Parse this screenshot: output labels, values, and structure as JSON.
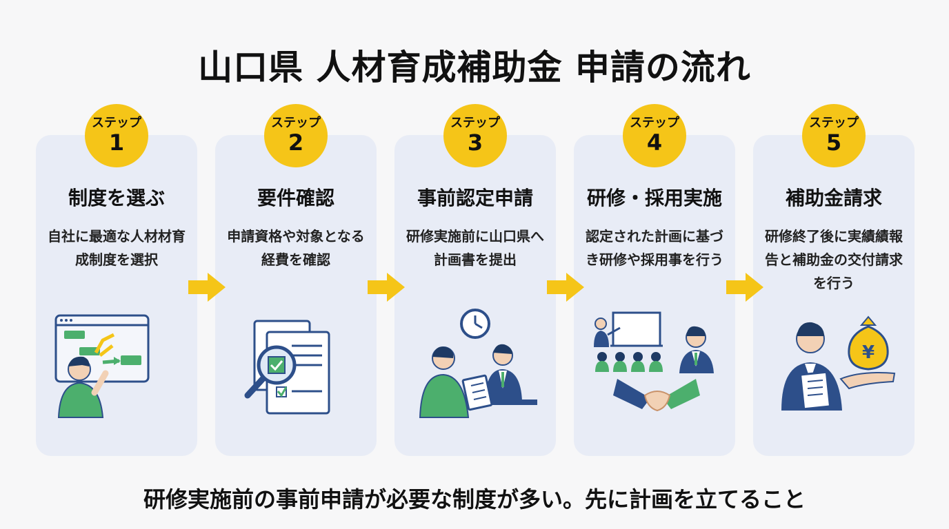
{
  "title": "山口県 人材育成補助金 申請の流れ",
  "steps": [
    {
      "badge_label": "ステップ",
      "number": "1",
      "title": "制度を選ぶ",
      "desc": "自社に最適な人材材育成制度を選択"
    },
    {
      "badge_label": "ステップ",
      "number": "2",
      "title": "要件確認",
      "desc": "申請資格や対象となる経費を確認"
    },
    {
      "badge_label": "ステップ",
      "number": "3",
      "title": "事前認定申請",
      "desc": "研修実施前に山口県へ計画書を提出"
    },
    {
      "badge_label": "ステップ",
      "number": "4",
      "title": "研修・採用実施",
      "desc": "認定された計画に基づき研修や採用事を行う"
    },
    {
      "badge_label": "ステップ",
      "number": "5",
      "title": "補助金請求",
      "desc": "研修終了後に実績績報告と補助金の交付請求を行う"
    }
  ],
  "step_icons": [
    "flowchart-selection-icon",
    "document-magnifier-icon",
    "consultation-submission-icon",
    "training-handshake-icon",
    "yen-money-bag-icon"
  ],
  "yen_symbol": "¥",
  "footer": "研修実施前の事前申請が必要な制度が多い。先に計画を立てること",
  "colors": {
    "badge": "#f5c518",
    "card": "#e8ecf6",
    "arrow": "#f5c518",
    "navy": "#2d4f8a",
    "green": "#4caf6d"
  }
}
